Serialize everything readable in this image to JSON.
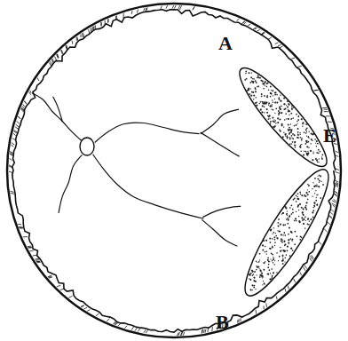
{
  "diagram": {
    "labels": [
      "A",
      "B",
      "E"
    ]
  }
}
